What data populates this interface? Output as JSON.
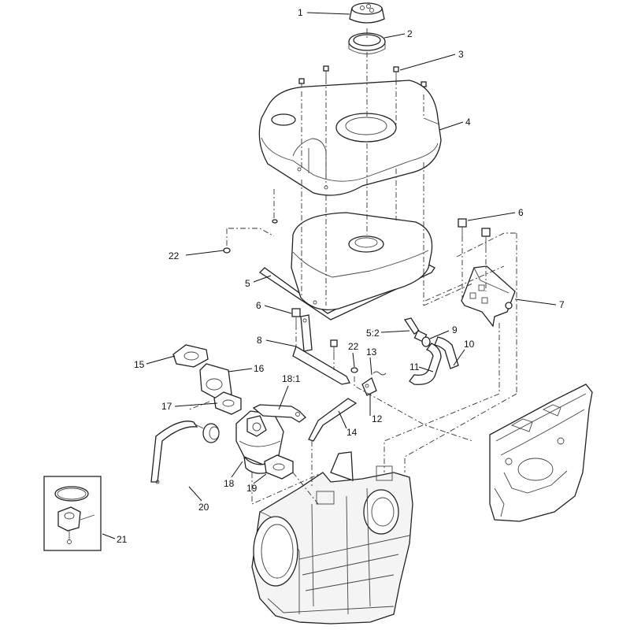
{
  "callouts": [
    {
      "id": "c1",
      "label": "1"
    },
    {
      "id": "c2",
      "label": "2"
    },
    {
      "id": "c3",
      "label": "3"
    },
    {
      "id": "c4",
      "label": "4"
    },
    {
      "id": "c6a",
      "label": "6"
    },
    {
      "id": "c22a",
      "label": "22"
    },
    {
      "id": "c5",
      "label": "5"
    },
    {
      "id": "c7",
      "label": "7"
    },
    {
      "id": "c6b",
      "label": "6"
    },
    {
      "id": "c52",
      "label": "5:2"
    },
    {
      "id": "c9",
      "label": "9"
    },
    {
      "id": "c8",
      "label": "8"
    },
    {
      "id": "c22b",
      "label": "22"
    },
    {
      "id": "c13",
      "label": "13"
    },
    {
      "id": "c10",
      "label": "10"
    },
    {
      "id": "c15",
      "label": "15"
    },
    {
      "id": "c16",
      "label": "16"
    },
    {
      "id": "c11",
      "label": "11"
    },
    {
      "id": "c181",
      "label": "18:1"
    },
    {
      "id": "c17",
      "label": "17"
    },
    {
      "id": "c12",
      "label": "12"
    },
    {
      "id": "c14",
      "label": "14"
    },
    {
      "id": "c18",
      "label": "18"
    },
    {
      "id": "c19",
      "label": "19"
    },
    {
      "id": "c20",
      "label": "20"
    },
    {
      "id": "c21",
      "label": "21"
    }
  ]
}
